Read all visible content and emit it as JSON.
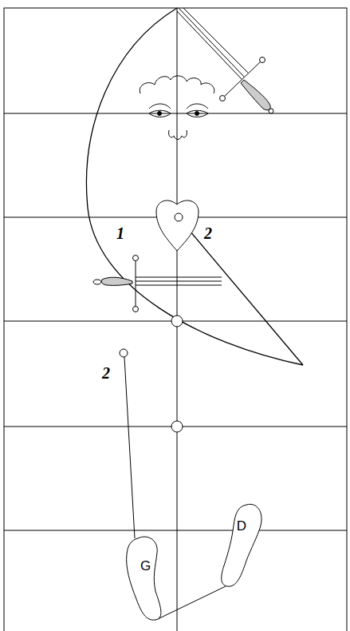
{
  "diagram": {
    "nodes": [
      {
        "text": [
          "G"
        ]
      },
      {
        "text": [
          "D"
        ]
      }
    ],
    "edges": [
      {
        "from": 0,
        "to": 1,
        "arrow": "none"
      }
    ],
    "labels": [
      "1",
      "2",
      "2"
    ]
  }
}
